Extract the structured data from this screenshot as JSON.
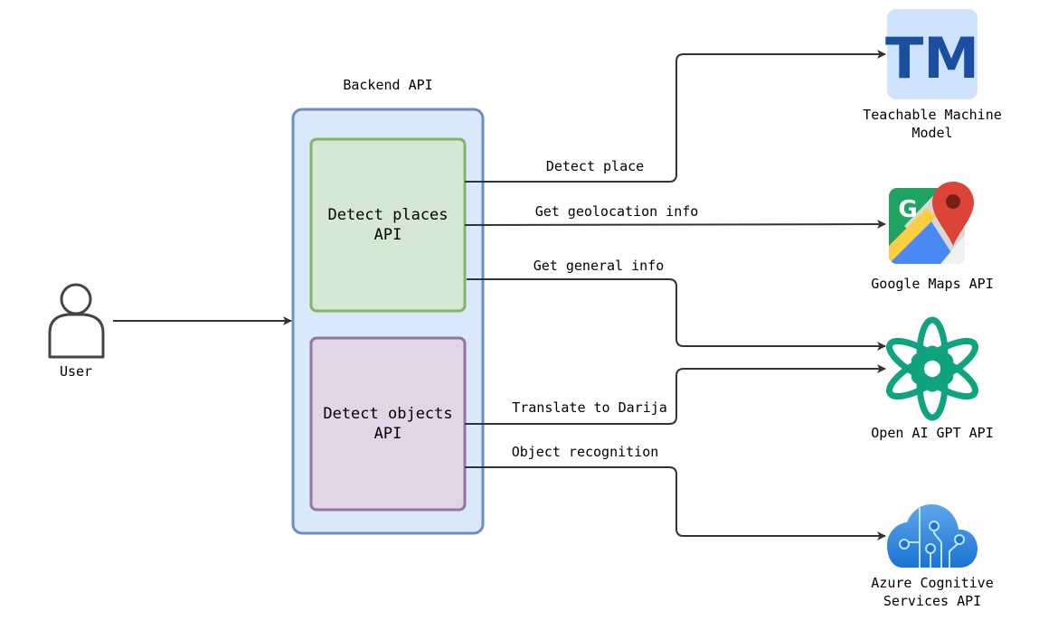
{
  "backend": {
    "title": "Backend API",
    "places_api": [
      "Detect places",
      "API"
    ],
    "objects_api": [
      "Detect objects",
      "API"
    ]
  },
  "user": {
    "label": "User"
  },
  "services": {
    "teachable": [
      "Teachable Machine",
      "Model"
    ],
    "teachable_logo": "TM",
    "maps": [
      "Google Maps API"
    ],
    "maps_logo": "G",
    "openai": [
      "Open AI GPT API"
    ],
    "azure": [
      "Azure Cognitive",
      "Services API"
    ]
  },
  "edges": {
    "detect_place": "Detect place",
    "geolocation": "Get geolocation info",
    "general_info": "Get general info",
    "translate": "Translate to Darija",
    "object_recognition": "Object recognition"
  },
  "colors": {
    "backend_fill": "#dae8fc",
    "backend_stroke": "#6c8ebf",
    "places_fill": "#d5e8d4",
    "places_stroke": "#82b366",
    "objects_fill": "#e1d5e7",
    "objects_stroke": "#9673a6",
    "tm_tile": "#cfe2fb",
    "tm_letters": "#1a4fa0",
    "openai": "#10a37f",
    "azure_light": "#5ea7ea",
    "azure_dark": "#1b73d3",
    "edge": "#333333"
  }
}
